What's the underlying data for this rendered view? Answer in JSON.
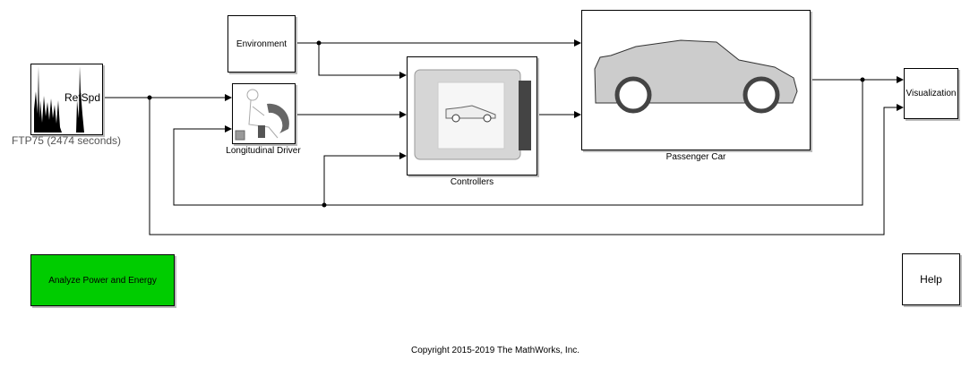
{
  "blocks": {
    "ftp75": {
      "port_label": "RefSpd",
      "caption": "FTP75 (2474  seconds)"
    },
    "environment": {
      "label": "Environment"
    },
    "driver": {
      "caption": "Longitudinal Driver"
    },
    "controllers": {
      "caption": "Controllers"
    },
    "car": {
      "caption": "Passenger Car"
    },
    "visualization": {
      "label": "Visualization"
    }
  },
  "buttons": {
    "analyze": {
      "label": "Analyze Power and Energy",
      "color": "#00cc00"
    },
    "help": {
      "label": "Help"
    }
  },
  "footer": {
    "copyright": "Copyright 2015-2019 The MathWorks, Inc."
  }
}
